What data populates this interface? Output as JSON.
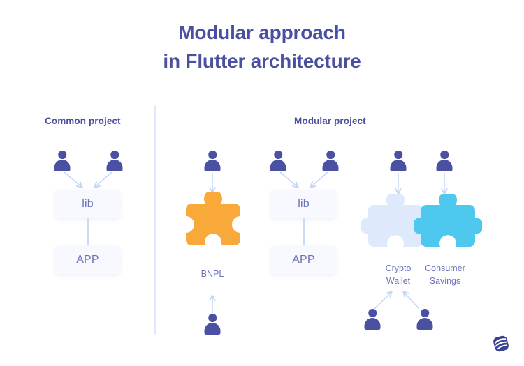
{
  "page": {
    "background": "#ffffff",
    "title_lines": [
      "Modular approach",
      "in Flutter architecture"
    ],
    "title_color": "#4a4fa0"
  },
  "sections": {
    "common": {
      "label": "Common project"
    },
    "modular": {
      "label": "Modular project"
    }
  },
  "colors": {
    "indigo": "#4a51a3",
    "title": "#4a4fa0",
    "label_text": "#6c72b8",
    "box_fill": "#f7f9fe",
    "arrow": "#c2d7f3",
    "divider": "#dfeafc",
    "orange": "#f9a93a",
    "cyan": "#4fc8ef",
    "light_blue": "#deeafb",
    "logo": "#3b4191"
  },
  "common_project": {
    "actors": [
      "person-icon",
      "person-icon"
    ],
    "boxes": [
      {
        "name": "lib-box",
        "label": "lib"
      },
      {
        "name": "app-box",
        "label": "APP"
      }
    ]
  },
  "modular_project": {
    "module_bnpl": {
      "label": "BNPL",
      "color": "#f9a93a",
      "actors_above": 1,
      "actors_below": 1
    },
    "core": {
      "actors": [
        "person-icon",
        "person-icon"
      ],
      "boxes": [
        {
          "name": "lib-box",
          "label": "lib"
        },
        {
          "name": "app-box",
          "label": "APP"
        }
      ]
    },
    "module_crypto_wallet": {
      "label": "Crypto\nWallet",
      "color": "#deeafb",
      "actors_above": 1
    },
    "module_consumer_savings": {
      "label": "Consumer\nSavings",
      "color": "#4fc8ef",
      "actors_above": 1
    },
    "actors_below_pieces": 2
  },
  "branding": {
    "logo_name": "company-logo"
  }
}
